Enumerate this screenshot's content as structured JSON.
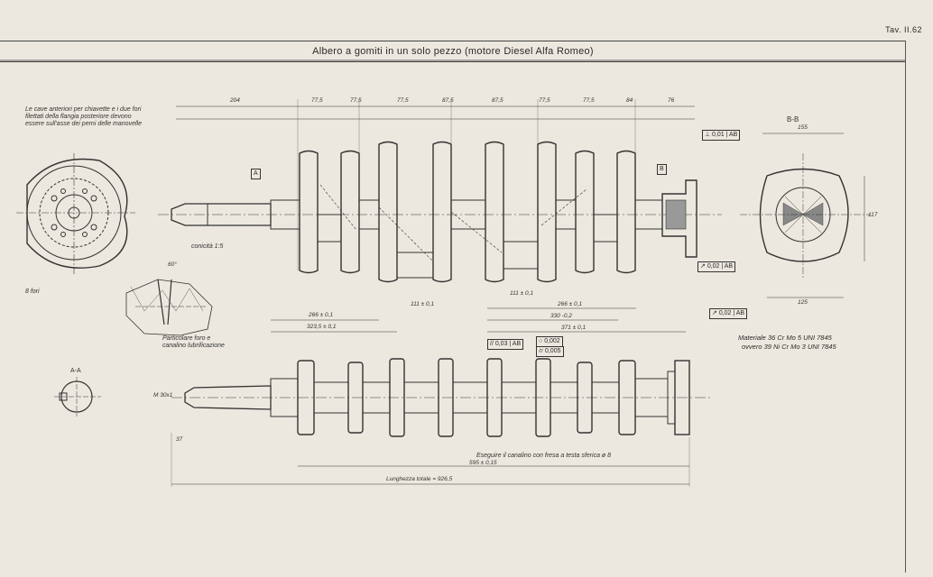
{
  "sheet": {
    "plate": "Tav. II.62",
    "title": "Albero a gomiti in un solo pezzo (motore Diesel Alfa Romeo)"
  },
  "notes": {
    "front_note": [
      "Le cave anteriori per chiavette e i due fori",
      "filettati della flangia posteriore devono",
      "essere sull'asse dei perni delle manovelle"
    ],
    "holes": "8 fori",
    "detail_caption": [
      "Particolare foro e",
      "canalino lubrificazione"
    ],
    "taper": "conicità 1:5",
    "channel_note": "Eseguire il canalino con fresa a testa sferica ø 8",
    "material_label": "Materiale",
    "material_1": "36 Cr Mo 5 UNI 7845",
    "material_2": "ovvero 39 Ni Cr Mo 3 UNI 7845"
  },
  "sections": {
    "bb": "B-B",
    "aa": "A-A",
    "a": "A",
    "b": "B"
  },
  "dims": {
    "top_row": [
      "204",
      "77,5",
      "77,5",
      "77,5",
      "87,5",
      "87,5",
      "77,5",
      "77,5",
      "84",
      "76"
    ],
    "overall": "Lunghezza totale = 926,5",
    "d595": "595 ± 0,15",
    "d323": "323,5 ± 0,1",
    "d266a": "266 ± 0,1",
    "d266b": "266 ± 0,1",
    "d330": "330 -0,2",
    "d371": "371 ± 0,1",
    "d111a": "111 ± 0,1",
    "d111b": "111 ± 0,1",
    "d155": "155",
    "d125": "125",
    "d117": "117",
    "angle60": "60°",
    "m30": "M 30x1",
    "d37": "37"
  },
  "tolerances": {
    "perp": "0,01",
    "perp_ref": "AB",
    "run1": "0,02",
    "run1_ref": "AB",
    "run2": "0,02",
    "run2_ref": "AB",
    "par": "0,03",
    "par_ref": "AB",
    "c1": "0,002",
    "c2": "0,005"
  }
}
